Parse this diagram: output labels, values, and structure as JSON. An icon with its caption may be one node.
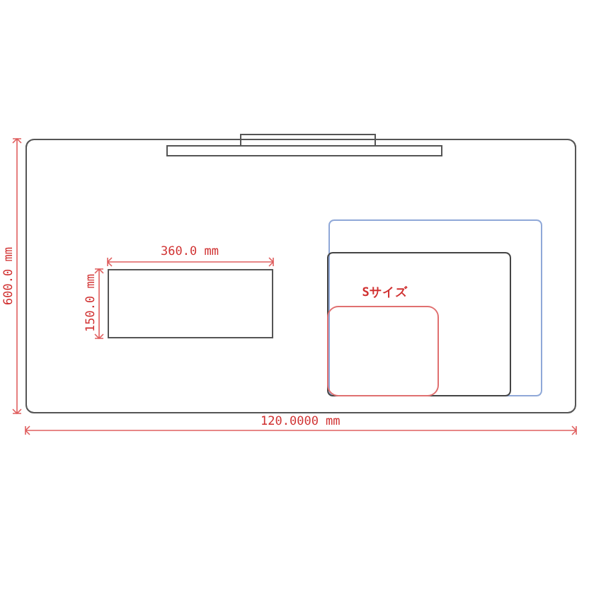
{
  "diagram": {
    "nodes": [
      {
        "text": [],
        "shape": "box"
      },
      {
        "text": [],
        "shape": "box",
        "in": 0
      },
      {
        "text": [],
        "shape": "box",
        "in": 0
      },
      {
        "text": [],
        "shape": "box",
        "in": 2
      },
      {
        "text": [
          "Sサイズ"
        ],
        "in": 3
      }
    ],
    "edges": [],
    "labels": [
      "600.0 mm",
      "360.0 mm",
      "150.0 mm",
      "120.0000 mm"
    ]
  }
}
